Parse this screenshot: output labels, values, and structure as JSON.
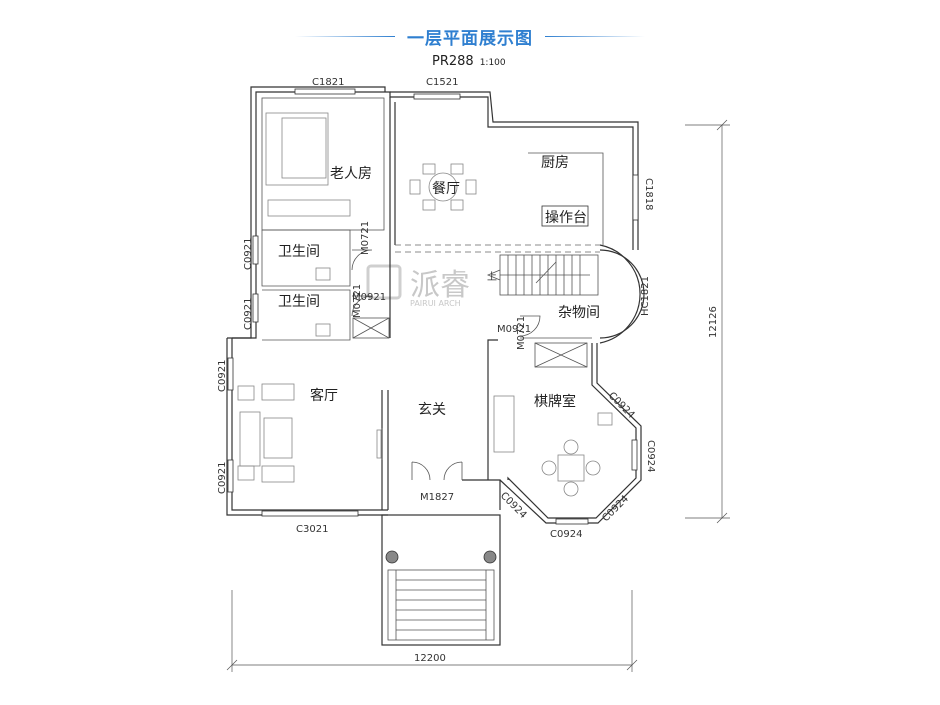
{
  "header": {
    "title": "一层平面展示图",
    "plan_code": "PR288",
    "scale": "1:100"
  },
  "colors": {
    "title": "#2f7fd0",
    "walls": "#333333"
  },
  "rooms": {
    "elderly_room": "老人房",
    "dining": "餐厅",
    "kitchen": "厨房",
    "counter": "操作台",
    "bathroom_1": "卫生间",
    "bathroom_2": "卫生间",
    "storage": "杂物间",
    "living_room": "客厅",
    "foyer": "玄关",
    "chess_room": "棋牌室",
    "stair_up": "上"
  },
  "openings": {
    "c1821": "C1821",
    "c1521": "C1521",
    "c1818": "C1818",
    "hc1821": "HC1821",
    "c0921_a": "C0921",
    "c0921_b": "C0921",
    "c0921_c": "C0921",
    "c0921_d": "C0921",
    "m0721_a": "M0721",
    "m0921_a": "M0921",
    "m0721_b": "M0721",
    "m0921_b": "M0921",
    "m0721_c": "M0721",
    "m1827": "M1827",
    "c3021": "C3021",
    "c0924_a": "C0924",
    "c0924_b": "C0924",
    "c0924_c": "C0924",
    "c0924_d": "C0924",
    "c0924_e": "C0924"
  },
  "dimensions": {
    "width": "12200",
    "depth": "12126"
  },
  "watermark": {
    "brand": "派睿",
    "latin": "PAIRUI ARCH"
  }
}
